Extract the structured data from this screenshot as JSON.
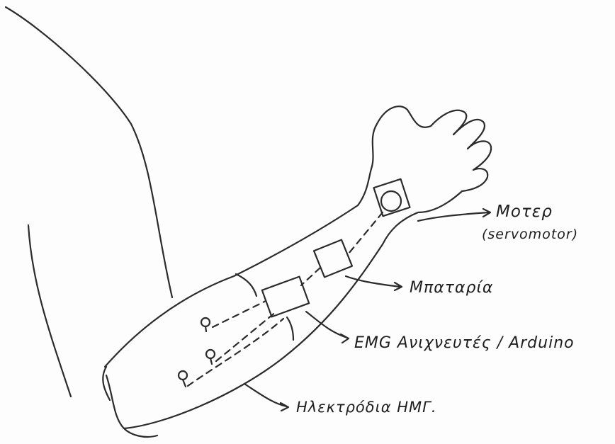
{
  "labels": {
    "motor": "Μοτερ",
    "motor_sub": "(servomotor)",
    "battery": "Μπαταρία",
    "emg": "EMG Ανιχνευτές / Arduino",
    "electrodes": "Ηλεκτρόδια ΗΜΓ."
  },
  "colors": {
    "ink": "#2b2b2b",
    "paper": "#fdfdfd"
  }
}
